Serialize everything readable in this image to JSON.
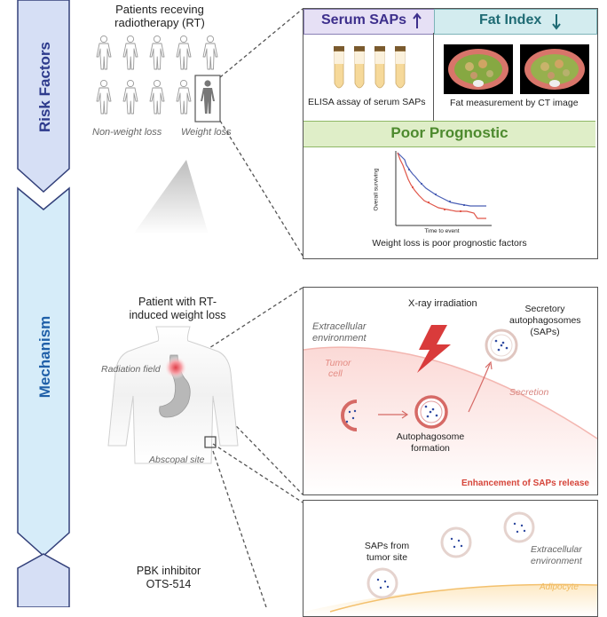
{
  "sections": {
    "risk_factors": "Risk Factors",
    "mechanism": "Mechanism"
  },
  "risk": {
    "patients_title_1": "Patients receving",
    "patients_title_2": "radiotherapy (RT)",
    "non_weight_loss": "Non-weight loss",
    "weight_loss": "Weight loss",
    "serum_saps": "Serum SAPs",
    "fat_index": "Fat Index",
    "elisa_caption": "ELISA assay of serum SAPs",
    "ct_caption": "Fat measurement by CT image",
    "poor_prognostic": "Poor Prognostic",
    "y_axis": "Overall surviving",
    "x_axis": "Time to event",
    "km_caption": "Weight loss is poor prognostic factors"
  },
  "mechanism": {
    "patient_title_1": "Patient with RT-",
    "patient_title_2": "induced weight loss",
    "radiation_field": "Radiation field",
    "abscopal_site": "Abscopal site",
    "xray": "X-ray irradiation",
    "extracellular_1": "Extracellular",
    "extracellular_2": "environment",
    "tumor_1": "Tumor",
    "tumor_2": "cell",
    "saps_1": "Secretory",
    "saps_2": "autophagosomes",
    "saps_3": "(SAPs)",
    "secretion": "Secretion",
    "autophagosome_1": "Autophagosome",
    "autophagosome_2": "formation",
    "enhancement": "Enhancement of SAPs release",
    "saps_from_1": "SAPs from",
    "saps_from_2": "tumor site",
    "extracellular2_1": "Extracellular",
    "extracellular2_2": "environment",
    "adipocyte": "Adipocyte"
  },
  "treatment": {
    "title_1": "PBK inhibitor",
    "title_2": "OTS-514"
  },
  "colors": {
    "tab_fill": "#d6dff5",
    "tab_border": "#33407a",
    "risk_text": "#2d3a8c",
    "mech_text": "#1f5fa8",
    "serum_bg": "#e6e0f5",
    "fat_bg": "#d3ecef",
    "poor_bg": "#dfeec8",
    "poor_text": "#4d8a2e",
    "enhance_text": "#d6453a"
  }
}
